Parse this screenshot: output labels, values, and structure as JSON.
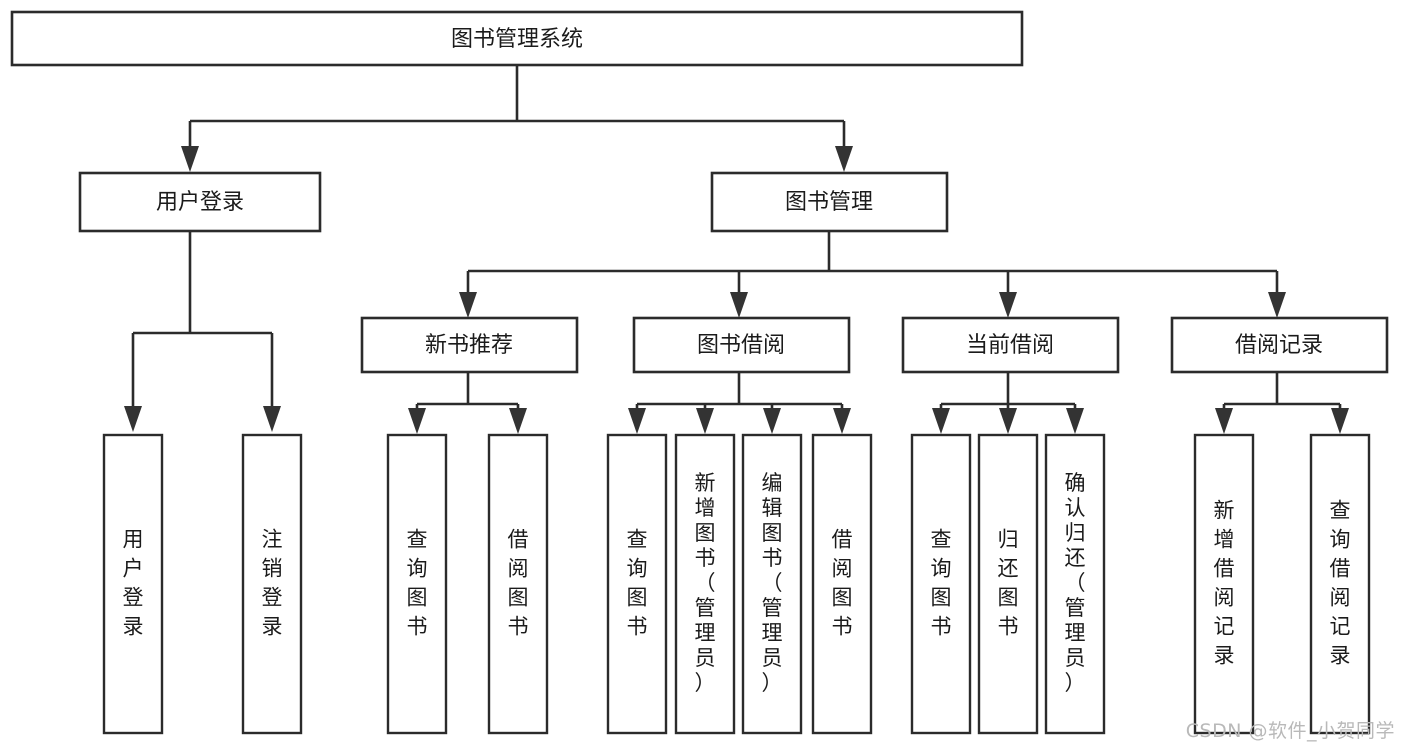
{
  "diagram": {
    "type": "tree-hierarchy-chart",
    "title": "图书管理系统",
    "watermark": "CSDN @软件_小贺同学",
    "colors": {
      "background": "#ffffff",
      "box_fill": "#ffffff",
      "box_stroke": "#2b2b2b",
      "text": "#1b1b1b",
      "watermark": "#b9b9b9"
    },
    "nodes": {
      "root": {
        "label": "图书管理系统"
      },
      "level2": [
        {
          "id": "user-login",
          "label": "用户登录"
        },
        {
          "id": "book-manage",
          "label": "图书管理"
        }
      ],
      "level3": [
        {
          "id": "new-book-recommend",
          "label": "新书推荐"
        },
        {
          "id": "book-borrow",
          "label": "图书借阅"
        },
        {
          "id": "current-borrow",
          "label": "当前借阅"
        },
        {
          "id": "borrow-record",
          "label": "借阅记录"
        }
      ],
      "leaves": {
        "user-login": [
          {
            "id": "leaf-user-login",
            "label": "用户登录"
          },
          {
            "id": "leaf-logout",
            "label": "注销登录"
          }
        ],
        "new-book-recommend": [
          {
            "id": "leaf-query-book-1",
            "label": "查询图书"
          },
          {
            "id": "leaf-borrow-book-1",
            "label": "借阅图书"
          }
        ],
        "book-borrow": [
          {
            "id": "leaf-query-book-2",
            "label": "查询图书"
          },
          {
            "id": "leaf-add-book",
            "label": "新增图书（管理员）"
          },
          {
            "id": "leaf-edit-book",
            "label": "编辑图书（管理员）"
          },
          {
            "id": "leaf-borrow-book-2",
            "label": "借阅图书"
          }
        ],
        "current-borrow": [
          {
            "id": "leaf-query-book-3",
            "label": "查询图书"
          },
          {
            "id": "leaf-return-book",
            "label": "归还图书"
          },
          {
            "id": "leaf-confirm-return",
            "label": "确认归还（管理员）"
          }
        ],
        "borrow-record": [
          {
            "id": "leaf-add-record",
            "label": "新增借阅记录"
          },
          {
            "id": "leaf-query-record",
            "label": "查询借阅记录"
          }
        ]
      }
    }
  }
}
